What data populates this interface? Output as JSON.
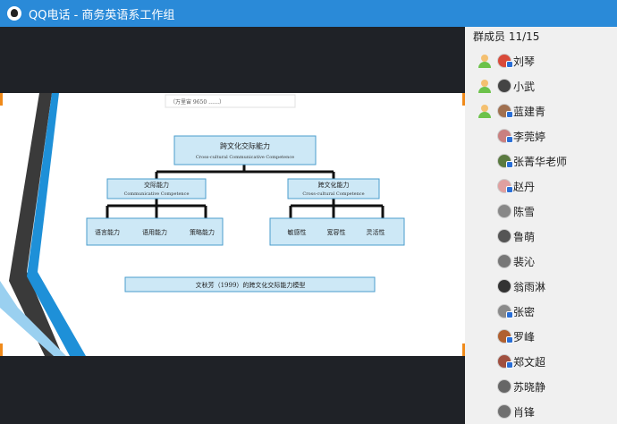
{
  "window": {
    "title": "QQ电话 - 商务英语系工作组"
  },
  "members": {
    "header": "群成员 11/15",
    "list": [
      {
        "name": "刘琴",
        "online": true,
        "avatar_color": "#d94a3a",
        "mic": true
      },
      {
        "name": "小武",
        "online": true,
        "avatar_color": "#444444",
        "mic": false
      },
      {
        "name": "蓝建青",
        "online": true,
        "avatar_color": "#a07050",
        "mic": true
      },
      {
        "name": "李莞婷",
        "online": false,
        "avatar_color": "#c98080",
        "mic": true
      },
      {
        "name": "张菁华老师",
        "online": false,
        "avatar_color": "#5a7a40",
        "mic": true
      },
      {
        "name": "赵丹",
        "online": false,
        "avatar_color": "#e0a0a0",
        "mic": true
      },
      {
        "name": "陈雪",
        "online": false,
        "avatar_color": "#888888",
        "mic": false
      },
      {
        "name": "鲁萌",
        "online": false,
        "avatar_color": "#555555",
        "mic": false
      },
      {
        "name": "裴沁",
        "online": false,
        "avatar_color": "#777777",
        "mic": false
      },
      {
        "name": "翁雨淋",
        "online": false,
        "avatar_color": "#333333",
        "mic": false
      },
      {
        "name": "张密",
        "online": false,
        "avatar_color": "#8a8a8a",
        "mic": true
      },
      {
        "name": "罗峰",
        "online": false,
        "avatar_color": "#b06030",
        "mic": true
      },
      {
        "name": "郑文超",
        "online": false,
        "avatar_color": "#a05040",
        "mic": true
      },
      {
        "name": "苏晓静",
        "online": false,
        "avatar_color": "#666666",
        "mic": false
      },
      {
        "name": "肖锋",
        "online": false,
        "avatar_color": "#707070",
        "mic": false
      }
    ]
  },
  "slide": {
    "top_snippet": "（万里宙 9650  ……）",
    "root": {
      "cn": "跨文化交际能力",
      "en": "Cross-cultural Communicative Competence"
    },
    "left": {
      "cn": "交际能力",
      "en": "Communicative Competence"
    },
    "right": {
      "cn": "跨文化能力",
      "en": "Cross-cultural Competence"
    },
    "left_leaves": [
      "语言能力",
      "语用能力",
      "策略能力"
    ],
    "right_leaves": [
      "敏感性",
      "宽容性",
      "灵活性"
    ],
    "caption": "文秋芳（1999）的跨文化交际能力模型"
  },
  "colors": {
    "titlebar": "#2a8ad8",
    "box_fill": "#cde8f6",
    "box_stroke": "#4a9ccc",
    "accent_blue": "#1e90d8",
    "accent_dark": "#3a3a3a"
  }
}
